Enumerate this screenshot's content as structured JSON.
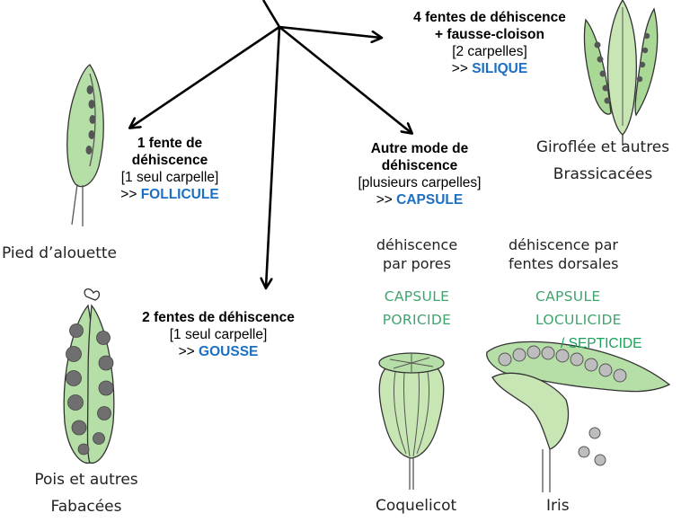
{
  "arrows": [
    {
      "name": "follicule"
    },
    {
      "name": "gousse"
    },
    {
      "name": "capsule"
    },
    {
      "name": "silique"
    }
  ],
  "silique": {
    "line1": "4 fentes de déhiscence",
    "line2": "+ fausse-cloison",
    "line3": "[2 carpelles]",
    "prefix": ">>",
    "name": "SILIQUE"
  },
  "follicule": {
    "line1": "1 fente de",
    "line2": "déhiscence",
    "line3": "[1 seul carpelle]",
    "prefix": ">>",
    "name": "FOLLICULE"
  },
  "capsule": {
    "line1": "Autre mode de",
    "line2": "déhiscence",
    "line3": "[plusieurs carpelles]",
    "prefix": ">>",
    "name": "CAPSULE"
  },
  "gousse": {
    "line1": "2 fentes de déhiscence",
    "line2": "[1 seul carpelle]",
    "prefix": ">>",
    "name": "GOUSSE"
  },
  "captions": {
    "giroflee_1": "Giroflée et autres",
    "giroflee_2": "Brassicacées",
    "pied": "Pied d’alouette",
    "pois_1": "Pois et autres",
    "pois_2": "Fabacées",
    "coquelicot": "Coquelicot",
    "iris": "Iris"
  },
  "poricide": {
    "desc1": "déhiscence",
    "desc2": "par pores",
    "type1": "CAPSULE",
    "type2": "PORICIDE"
  },
  "loculicide": {
    "desc1": "déhiscence par",
    "desc2": "fentes dorsales",
    "type1": "CAPSULE",
    "type2": "LOCULICIDE",
    "type3": "/ SEPTICIDE"
  },
  "colors": {
    "pod_green": "#b6dfa8",
    "seed_gray": "#6f6f6f",
    "accent_blue": "#1d6fc4",
    "label_green": "#3fa56d"
  }
}
